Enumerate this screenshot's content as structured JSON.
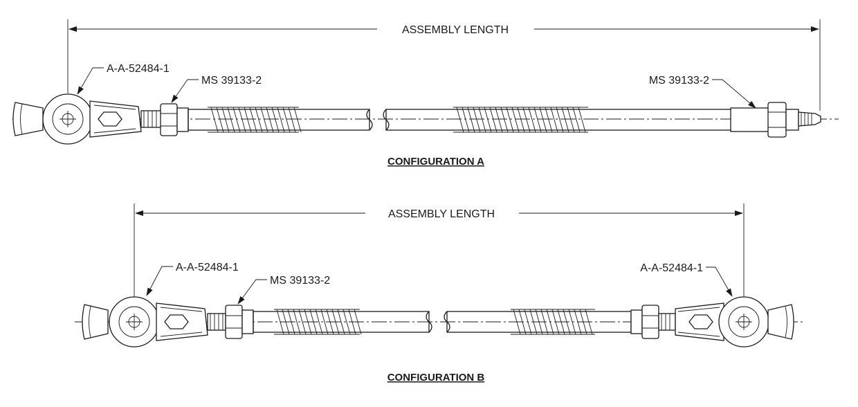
{
  "config_a": {
    "title": "CONFIGURATION A",
    "dimension_label": "ASSEMBLY LENGTH",
    "left_coupling_label": "A-A-52484-1",
    "left_fitting_label": "MS 39133-2",
    "right_fitting_label": "MS 39133-2"
  },
  "config_b": {
    "title": "CONFIGURATION B",
    "dimension_label": "ASSEMBLY LENGTH",
    "left_coupling_label": "A-A-52484-1",
    "left_fitting_label": "MS 39133-2",
    "right_coupling_label": "A-A-52484-1"
  }
}
